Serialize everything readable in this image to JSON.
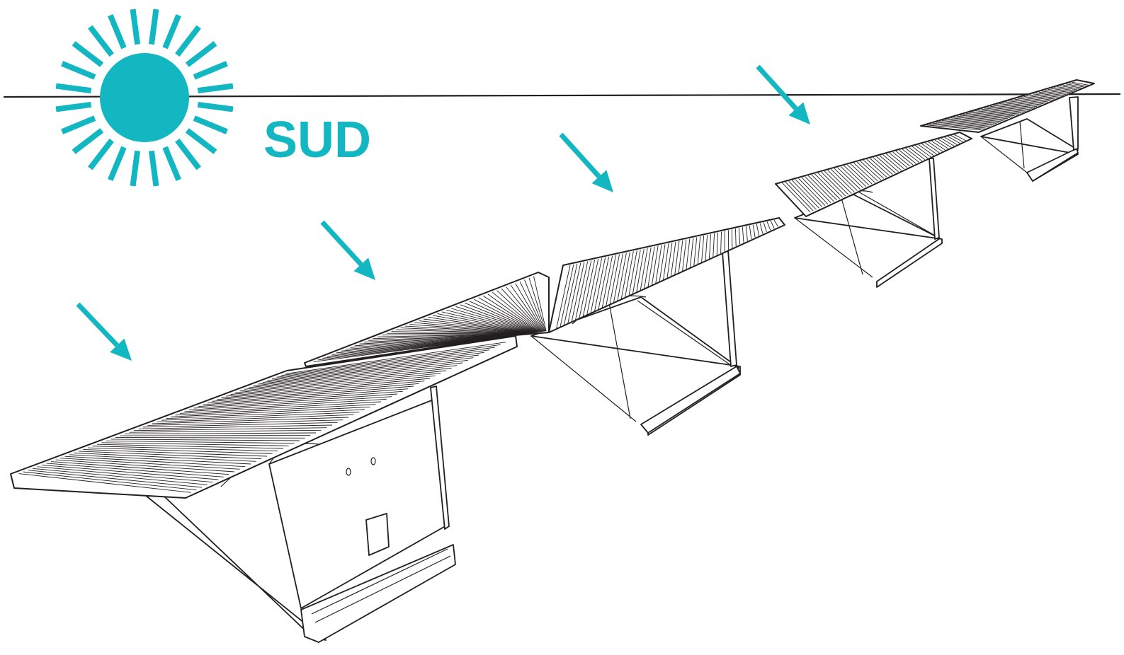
{
  "label": {
    "text": "SUD"
  },
  "colors": {
    "accent": "#13b7c2",
    "line": "#231f20",
    "background": "#ffffff"
  },
  "icons": {
    "sun": "sun-icon",
    "arrow": "sun-ray-arrow-icon"
  },
  "diagram": {
    "sun_rays": 24,
    "incoming_arrows": 4,
    "panel_units": 4
  }
}
